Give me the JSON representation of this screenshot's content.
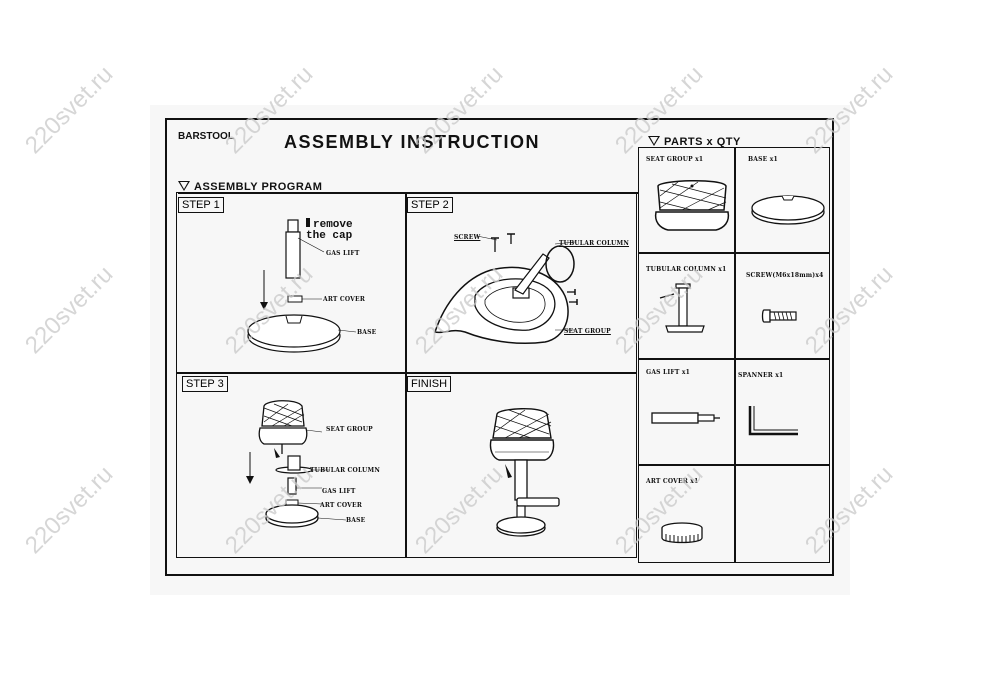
{
  "header": {
    "brand": "BARSTOOL",
    "title": "ASSEMBLY  INSTRUCTION"
  },
  "program": {
    "heading": "ASSEMBLY PROGRAM",
    "step1": {
      "label": "STEP 1",
      "note": "remove the cap",
      "callouts": {
        "gas_lift": "GAS LIFT",
        "art_cover": "ART COVER",
        "base": "BASE"
      }
    },
    "step2": {
      "label": "STEP 2",
      "callouts": {
        "screw": "SCREW",
        "tubular_column": "TUBULAR COLUMN",
        "seat_group": "SEAT GROUP"
      }
    },
    "step3": {
      "label": "STEP 3",
      "callouts": {
        "seat_group": "SEAT GROUP",
        "tubular_column": "TUBULAR COLUMN",
        "gas_lift": "GAS LIFT",
        "art_cover": "ART COVER",
        "base": "BASE"
      }
    },
    "finish": {
      "label": "FINISH"
    }
  },
  "parts": {
    "heading": "PARTS x QTY",
    "items": [
      {
        "label": "SEAT GROUP x1",
        "icon": "seat-icon"
      },
      {
        "label": "BASE  x1",
        "icon": "base-icon"
      },
      {
        "label": "TUBULAR COLUMN x1",
        "icon": "tubular-column-icon"
      },
      {
        "label": "SCREW(M6x18mm)x4",
        "icon": "screw-icon"
      },
      {
        "label": "GAS LIFT x1",
        "icon": "gas-lift-icon"
      },
      {
        "label": "SPANNER x1",
        "icon": "spanner-icon"
      },
      {
        "label": "ART COVER x1",
        "icon": "art-cover-icon"
      },
      {
        "label": "",
        "icon": ""
      }
    ]
  },
  "watermark": "220svet.ru"
}
